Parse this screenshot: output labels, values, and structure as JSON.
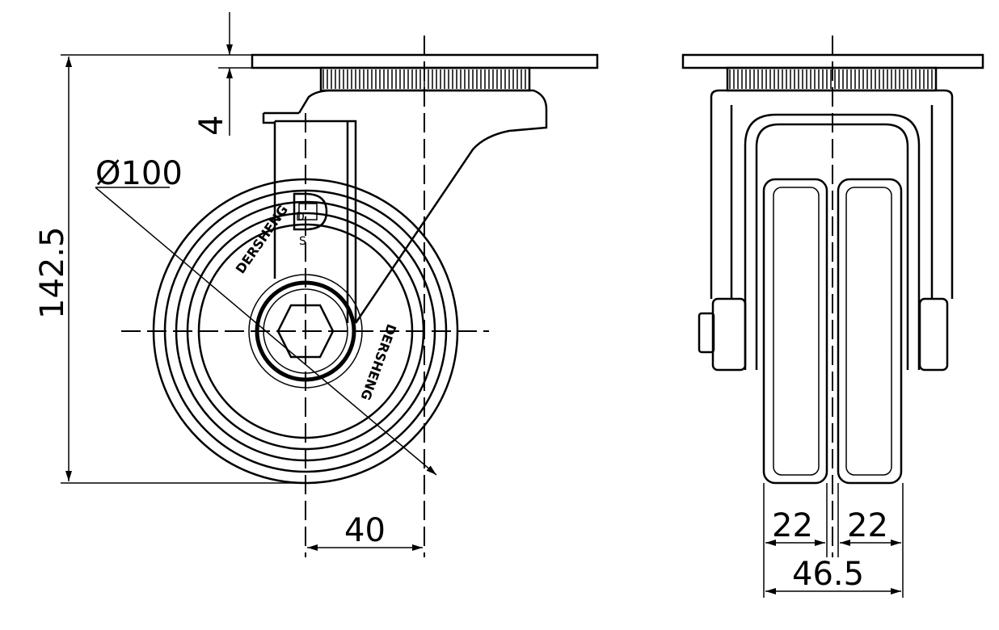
{
  "drawing": {
    "brand": "DERSHENG",
    "logo_letter": "D",
    "logo_sub": "S",
    "dims": {
      "height": "142.5",
      "plate": "4",
      "wheel_dia": "Ø100",
      "offset": "40",
      "wheel_w1": "22",
      "wheel_w2": "22",
      "total_w": "46.5"
    }
  }
}
